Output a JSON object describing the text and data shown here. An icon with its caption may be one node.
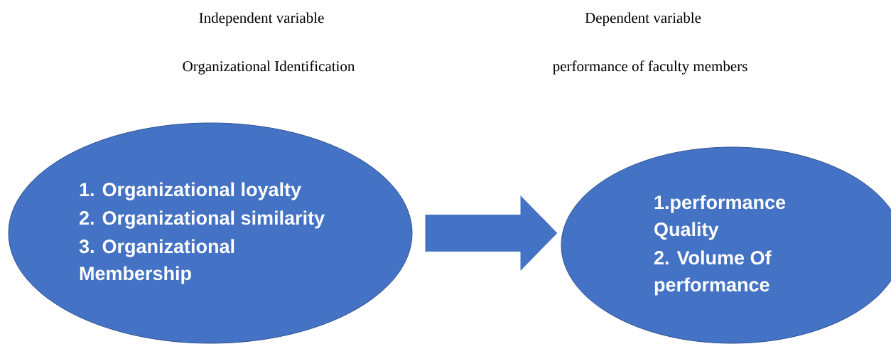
{
  "diagram": {
    "nodes": [
      {
        "text": [
          "1. Organizational loyalty",
          "2. Organizational similarity",
          "3. Organizational Membership"
        ]
      },
      {
        "text": [
          "1.performance Quality",
          "2. Volume Of performance"
        ]
      }
    ],
    "edges": [
      {
        "from": 0,
        "to": 1,
        "arrow": "to"
      }
    ],
    "labels": [
      "Independent variable",
      "Dependent variable",
      "Organizational Identification",
      "performance of faculty members"
    ]
  }
}
